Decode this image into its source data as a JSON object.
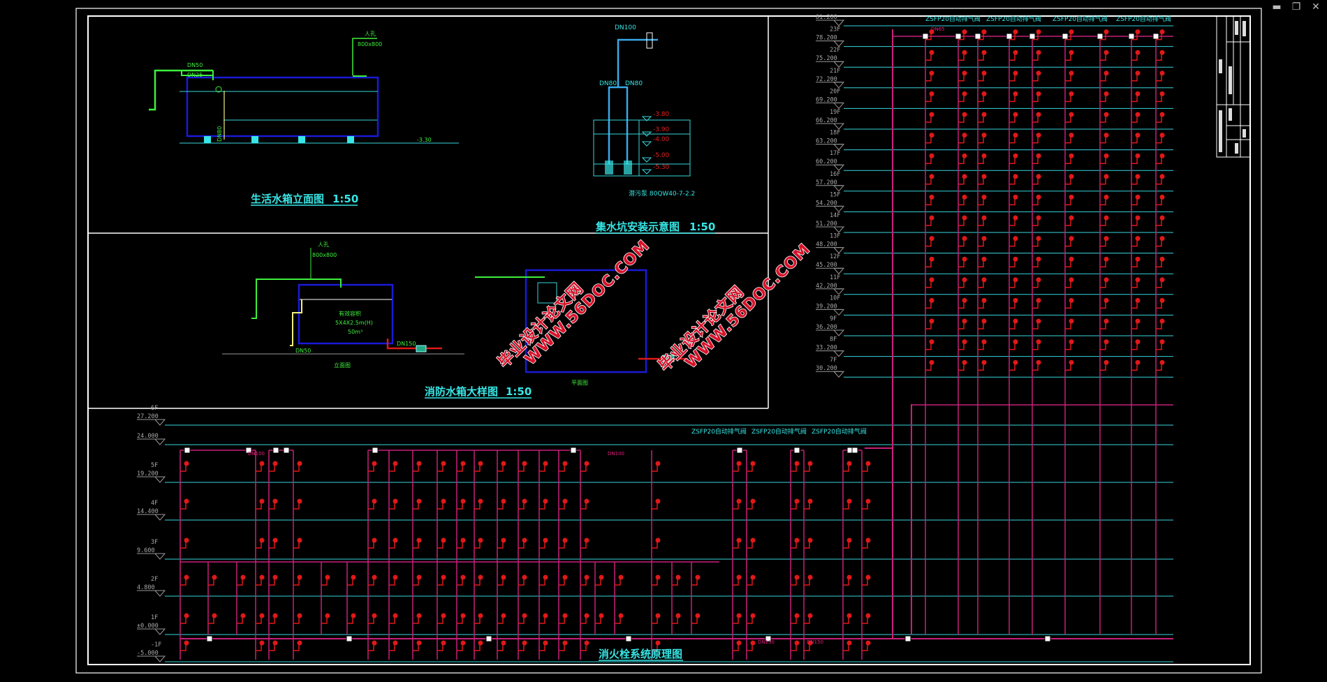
{
  "window": {
    "minimize_icon": "minimize-icon",
    "restore_icon": "restore-icon",
    "close_icon": "close-icon"
  },
  "colors": {
    "background": "#000000",
    "frame": "#ffffff",
    "level_line": "#37d6dc",
    "riser": "#c8207a",
    "hydrant": "#e01818",
    "tank": "#1010c8",
    "annotation": "#37e6e6",
    "green_pipe": "#3ef03e"
  },
  "drawings": {
    "domestic_tank": {
      "title": "生活水箱立面图",
      "scale": "1:50",
      "manhole": "人孔",
      "manhole_size": "800x800",
      "inlet": "DN50",
      "inlet2": "DN25",
      "outlet": "DN80",
      "ground_level": "-3.30"
    },
    "sump_pit": {
      "title": "集水坑安装示意图",
      "scale": "1:50",
      "top_pipe": "DN100",
      "pipe_a": "DN80",
      "pipe_b": "DN80",
      "riser_a": "DN80",
      "riser_b": "DN80",
      "pump": "潜污泵 80QW40-7-2.2",
      "levels": [
        "-3.80",
        "-3.90",
        "-4.00",
        "-5.00",
        "-5.30"
      ]
    },
    "fire_tank": {
      "title": "消防水箱大样图",
      "scale": "1:50",
      "manhole": "人孔",
      "manhole_size": "800x800",
      "capacity_label": "有效容积",
      "dimensions": "5X4X2.5m(H)",
      "volume": "50m³",
      "inlet": "DN50",
      "outlet": "DN150",
      "elevation_view": "立面图",
      "plan_view": "平面图"
    },
    "hydrant_system": {
      "title": "消火栓系统原理图",
      "vent_label": "ZSFP20自动排气阀",
      "pipe_main": "DN100",
      "pipe_big": "DN150",
      "pipe_small": "DN65"
    }
  },
  "right_levels": [
    {
      "floor": "",
      "elev": "81.200"
    },
    {
      "floor": "23F",
      "elev": "78.200"
    },
    {
      "floor": "22F",
      "elev": "75.200"
    },
    {
      "floor": "21F",
      "elev": "72.200"
    },
    {
      "floor": "20F",
      "elev": "69.200"
    },
    {
      "floor": "19F",
      "elev": "66.200"
    },
    {
      "floor": "18F",
      "elev": "63.200"
    },
    {
      "floor": "17F",
      "elev": "60.200"
    },
    {
      "floor": "16F",
      "elev": "57.200"
    },
    {
      "floor": "15F",
      "elev": "54.200"
    },
    {
      "floor": "14F",
      "elev": "51.200"
    },
    {
      "floor": "13F",
      "elev": "48.200"
    },
    {
      "floor": "12F",
      "elev": "45.200"
    },
    {
      "floor": "11F",
      "elev": "42.200"
    },
    {
      "floor": "10F",
      "elev": "39.200"
    },
    {
      "floor": "9F",
      "elev": "36.200"
    },
    {
      "floor": "8F",
      "elev": "33.200"
    },
    {
      "floor": "7F",
      "elev": "30.200"
    }
  ],
  "bottom_levels": [
    {
      "floor": "6F",
      "elev": "27.200"
    },
    {
      "floor": "",
      "elev": "24.000"
    },
    {
      "floor": "5F",
      "elev": "19.200"
    },
    {
      "floor": "4F",
      "elev": "14.400"
    },
    {
      "floor": "3F",
      "elev": "9.600"
    },
    {
      "floor": "2F",
      "elev": "4.800"
    },
    {
      "floor": "1F",
      "elev": "±0.000"
    },
    {
      "floor": "-1F",
      "elev": "-5.000"
    }
  ],
  "watermark": {
    "line1": "毕业设计论文网",
    "line2": "WWW.56DOC.COM"
  }
}
